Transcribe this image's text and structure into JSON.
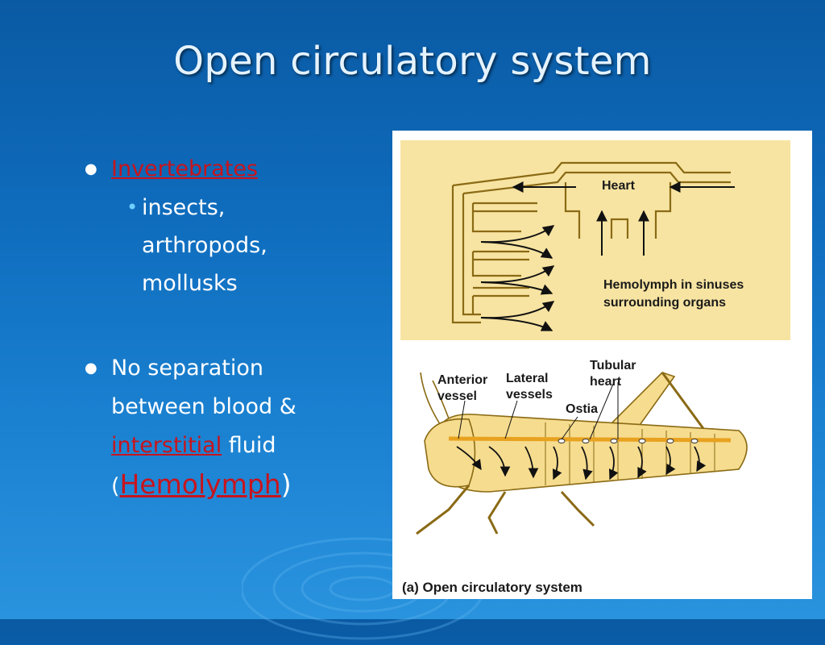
{
  "slide": {
    "title": "Open circulatory system",
    "bullets": [
      {
        "text": "Invertebrates",
        "sub": [
          "insects,",
          "arthropods,",
          "mollusks"
        ]
      },
      {
        "text_line1": "No separation",
        "text_line2": "between blood &",
        "link": "interstitial",
        "text_after_link": " fluid",
        "paren_open": "(",
        "emphasis": "Hemolymph",
        "paren_close": ")"
      }
    ]
  },
  "figure": {
    "heart_label": "Heart",
    "sinus_label_line1": "Hemolymph in sinuses",
    "sinus_label_line2": "surrounding organs",
    "anterior_label_line1": "Anterior",
    "anterior_label_line2": "vessel",
    "lateral_label_line1": "Lateral",
    "lateral_label_line2": "vessels",
    "tubular_label_line1": "Tubular",
    "tubular_label_line2": "heart",
    "ostia_label": "Ostia",
    "caption": "(a) Open circulatory system"
  },
  "colors": {
    "background": "#0f6cbd",
    "title": "#e4f3ff",
    "link": "#c8141c",
    "panel": "#f8e4a2",
    "insect": "#f6dc8e",
    "vessel": "#e8a21f"
  }
}
